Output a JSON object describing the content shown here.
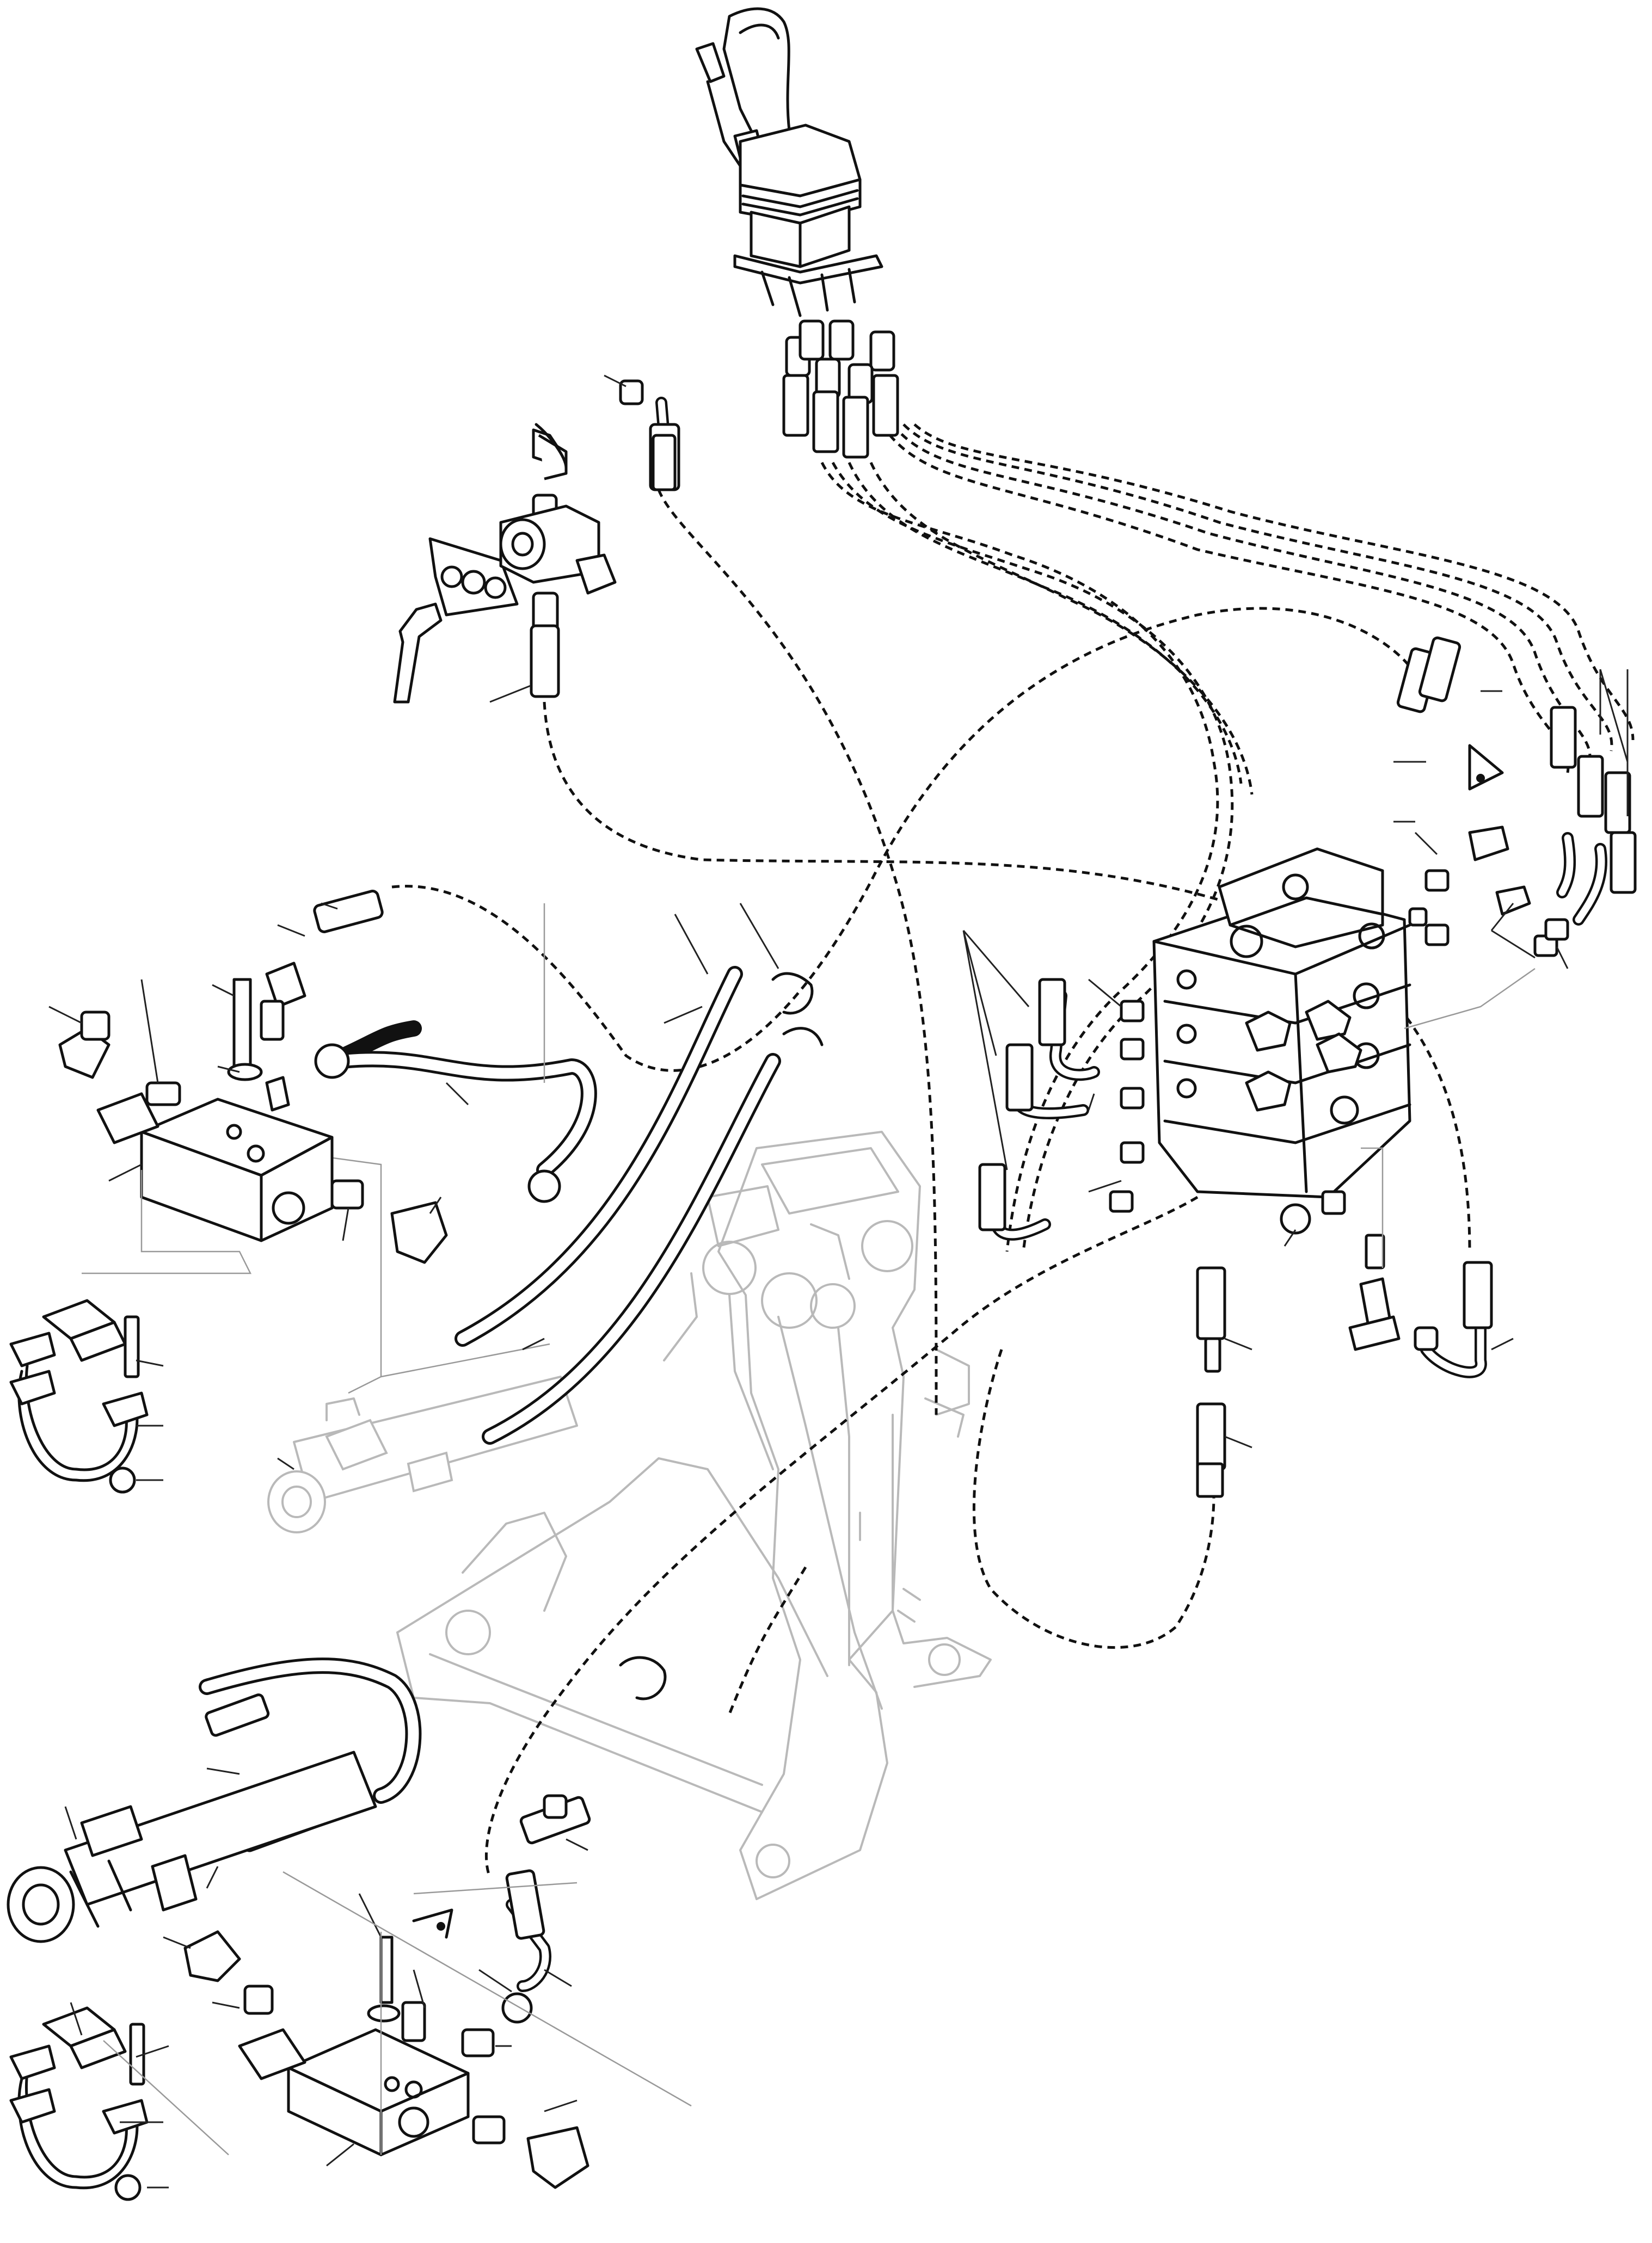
{
  "diagram": {
    "colors": {
      "ink": "#111111",
      "ghost": "#b9b9b9",
      "paper": "#ffffff"
    },
    "components": [
      {
        "name": "joystick-control-valve"
      },
      {
        "name": "shut-off-valve-assembly"
      },
      {
        "name": "control-valve-block"
      },
      {
        "name": "upper-hydraulic-cylinder"
      },
      {
        "name": "lower-hydraulic-cylinder"
      },
      {
        "name": "upper-valve-block"
      },
      {
        "name": "lower-valve-block"
      },
      {
        "name": "upper-pipe-clamp"
      },
      {
        "name": "lower-pipe-clamp"
      },
      {
        "name": "mounting-frame"
      }
    ]
  }
}
